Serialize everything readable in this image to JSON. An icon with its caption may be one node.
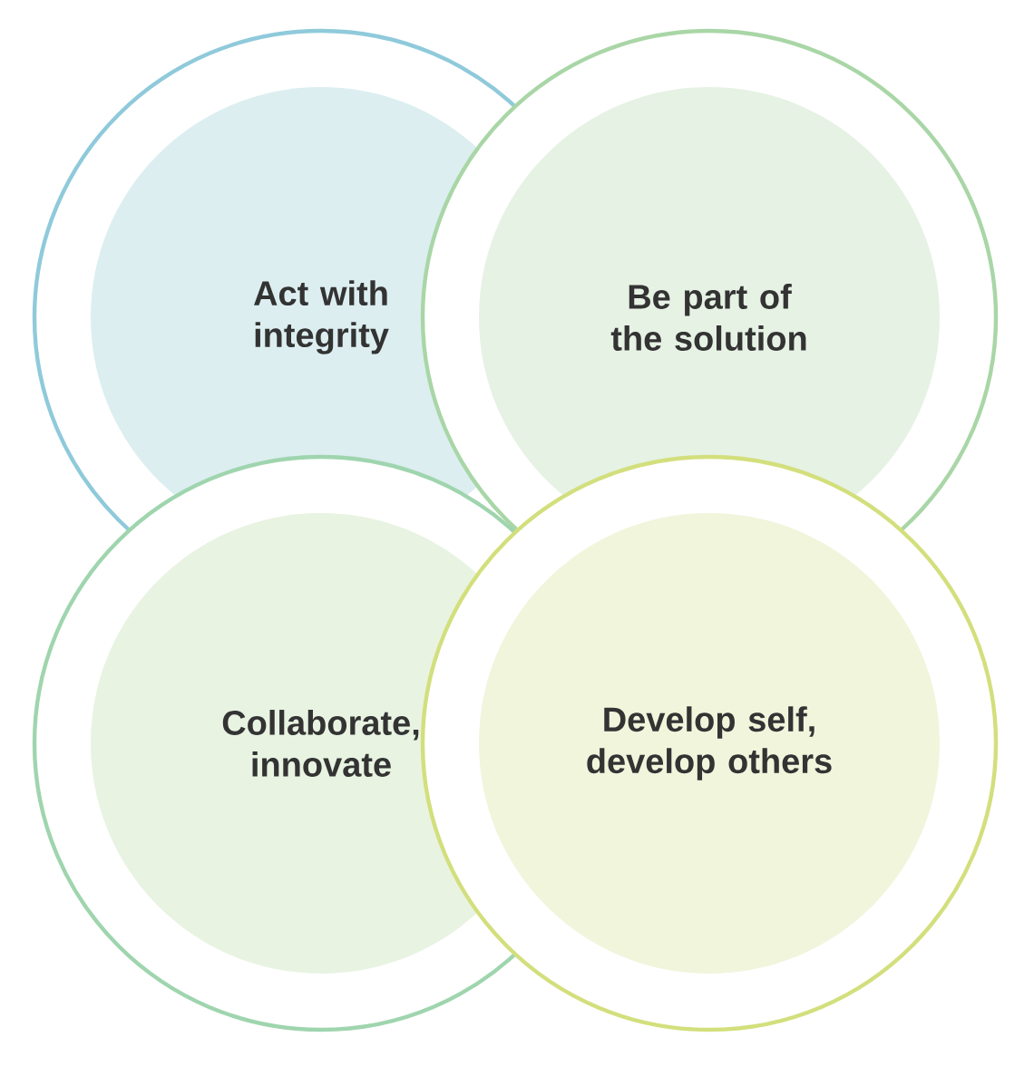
{
  "diagram": {
    "nodes": [
      {
        "text": [
          "Act with integrity"
        ]
      },
      {
        "text": [
          "Be part of the solution"
        ]
      },
      {
        "text": [
          "Collaborate, innovate"
        ]
      },
      {
        "text": [
          "Develop self, develop others"
        ]
      }
    ]
  }
}
